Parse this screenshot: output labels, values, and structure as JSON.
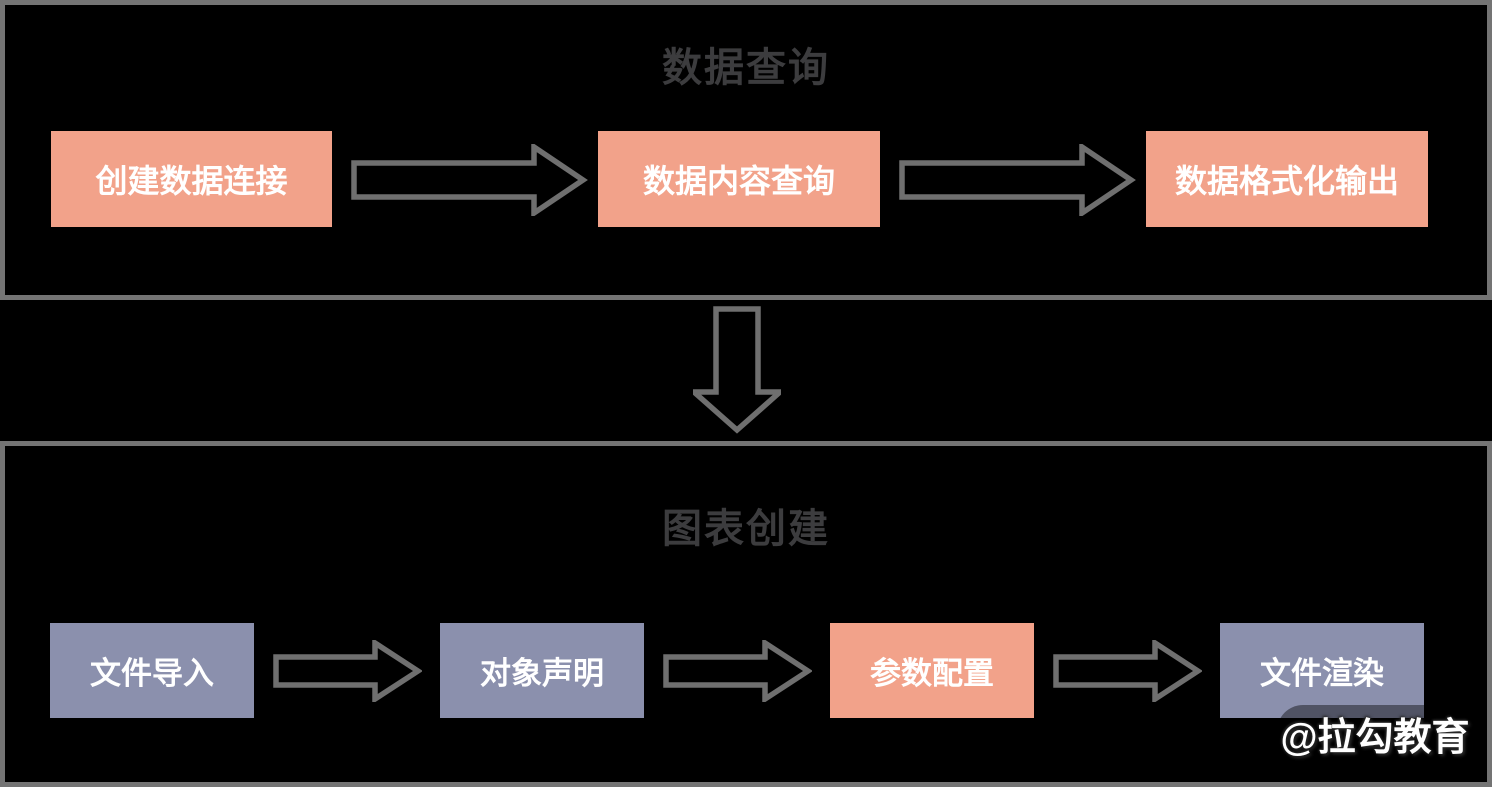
{
  "diagram": {
    "background": "#000000",
    "section_border_color": "#747474",
    "arrow_color": "#6f6f6f",
    "section_title_color": "#3c3c3e",
    "step_text_color": "#ffffff",
    "step_color_salmon": "#f2a28a",
    "step_color_purple": "#8b90ad",
    "sections": [
      {
        "title": "数据查询",
        "steps": [
          {
            "label": "创建数据连接",
            "color": "#f2a28a"
          },
          {
            "label": "数据内容查询",
            "color": "#f2a28a"
          },
          {
            "label": "数据格式化输出",
            "color": "#f2a28a"
          }
        ]
      },
      {
        "title": "图表创建",
        "steps": [
          {
            "label": "文件导入",
            "color": "#8b90ad"
          },
          {
            "label": "对象声明",
            "color": "#8b90ad"
          },
          {
            "label": "参数配置",
            "color": "#f2a28a"
          },
          {
            "label": "文件渲染",
            "color": "#8b90ad"
          }
        ]
      }
    ],
    "watermark": "@拉勾教育"
  }
}
